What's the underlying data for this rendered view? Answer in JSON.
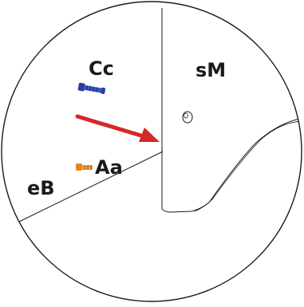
{
  "labels": {
    "cc": "Cc",
    "sm": "sM",
    "aa": "Aa",
    "eb": "eB"
  },
  "icons": {
    "blue_screw": "screw-icon",
    "orange_screw": "screw-icon",
    "arrow": "arrow-right-icon"
  },
  "colors": {
    "outline": "#1a1a1a",
    "arrow": "#d62828",
    "screw_blue": "#2b3f9a",
    "screw_orange": "#e8841f"
  }
}
